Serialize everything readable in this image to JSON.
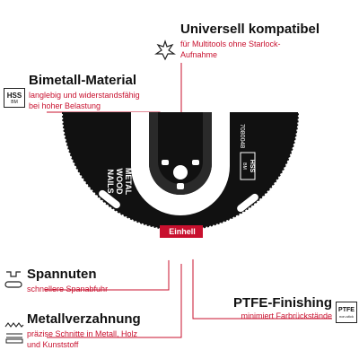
{
  "features": {
    "universal": {
      "title": "Universell kompatibel",
      "line1": "für Multitools ohne Starlock-",
      "line2": "Aufnahme"
    },
    "bimetal": {
      "title": "Bimetall-Material",
      "line1": "langlebig und widerstandsfähig",
      "line2": "bei hoher Belastung"
    },
    "chip": {
      "title": "Spannuten",
      "line1": "schnellere Spanabfuhr"
    },
    "teeth": {
      "title": "Metallverzahnung",
      "line1": "präzise Schnitte in Metall, Holz",
      "line2": "und Kunststoff"
    },
    "ptfe": {
      "title": "PTFE-Finishing",
      "line1": "minimiert Farbrückstände"
    }
  },
  "icons": {
    "hss": {
      "main": "HSS",
      "small": "BM"
    },
    "ptfe": {
      "main": "PTFE",
      "small": "non-stick"
    }
  },
  "blade": {
    "brand": "Einhell",
    "label_lines": [
      "METAL",
      "WOOD",
      "NAILS"
    ],
    "code": "7080048",
    "hss_mark": "HSS",
    "hss_small": "BM"
  },
  "colors": {
    "accent": "#c8102e",
    "blade": "#111111",
    "text": "#111111"
  }
}
